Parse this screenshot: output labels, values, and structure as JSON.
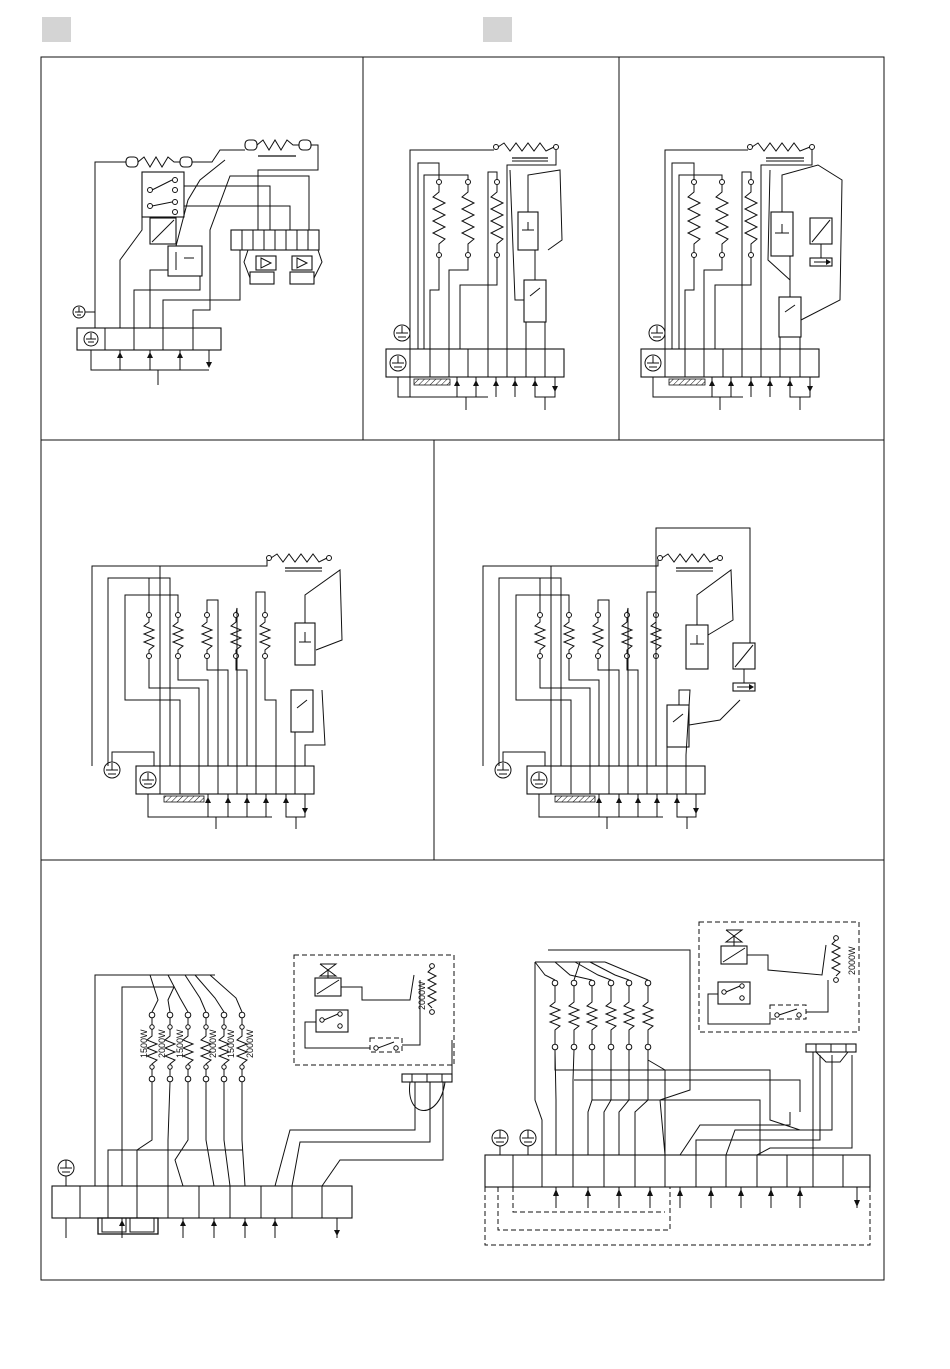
{
  "page": {
    "header_markers": [
      "",
      ""
    ]
  },
  "diagrams": {
    "bottom_left": {
      "heater_ratings": [
        "1500W",
        "2000W",
        "1500W",
        "2000W",
        "1500W",
        "2000W"
      ],
      "motor_rating": "2000W"
    },
    "bottom_right": {
      "motor_rating": "2000W"
    }
  }
}
